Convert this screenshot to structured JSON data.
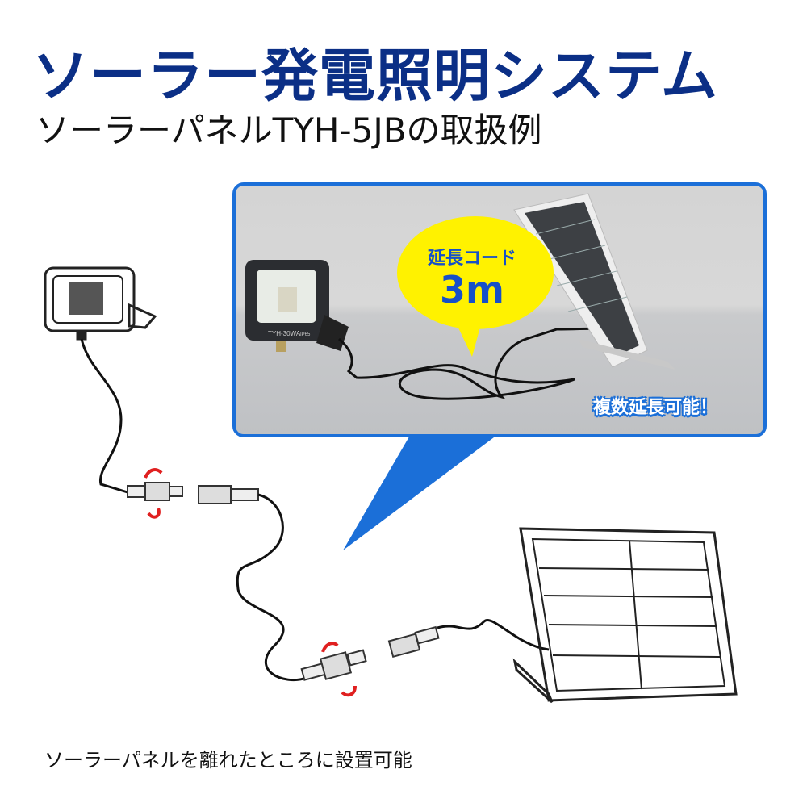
{
  "header": {
    "title": "ソーラー発電照明システム",
    "subtitle": "ソーラーパネルTYH-5JBの取扱例"
  },
  "photo": {
    "callout_label": "延長コード",
    "callout_value": "3m",
    "badge": "複数延長可能！",
    "floodlight_model": "TYH-30WA",
    "floodlight_rating": "IP65"
  },
  "caption": "ソーラーパネルを離れたところに設置可能",
  "colors": {
    "title": "#0b2f86",
    "accent_blue": "#1b6fd8",
    "callout_yellow": "#fff200",
    "arrow_red": "#e02020"
  }
}
